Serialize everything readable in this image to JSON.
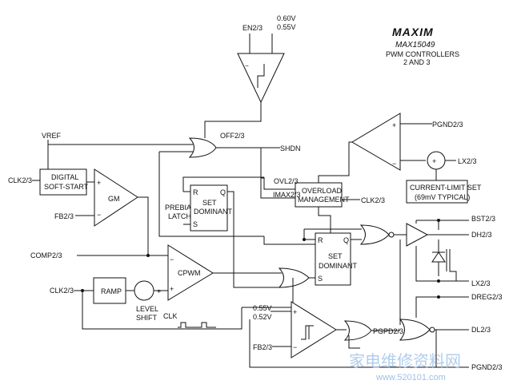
{
  "brand": {
    "logo": "MAXIM",
    "part": "MAX15049",
    "subtitle1": "PWM CONTROLLERS",
    "subtitle2": "2 AND 3"
  },
  "pins": {
    "en": "EN2/3",
    "v060": "0.60V",
    "v055": "0.55V",
    "vref": "VREF",
    "clk_left": "CLK2/3",
    "fb_left": "FB2/3",
    "comp": "COMP2/3",
    "clk_ramp": "CLK2/3",
    "off": "OFF2/3",
    "shdn": "SHDN",
    "ovl": "OVL2/3",
    "imax": "IMAX2/3",
    "clk_ovl": "CLK2/3",
    "pgnd_top": "PGND2/3",
    "lx_top": "LX2/3",
    "bst": "BST2/3",
    "dh": "DH2/3",
    "lx_mid": "LX2/3",
    "dreg": "DREG2/3",
    "dl": "DL2/3",
    "pgnd_bot": "PGND2/3",
    "v055b": "0.55V",
    "v052": "0.52V",
    "fb_bot": "FB2/3",
    "pgpd": "PGPD2/3",
    "clk_bottom": "CLK"
  },
  "blocks": {
    "soft_start_1": "DIGITAL",
    "soft_start_2": "SOFT-START",
    "gm": "GM",
    "cpwm": "CPWM",
    "ramp": "RAMP",
    "level_1": "LEVEL",
    "level_2": "SHIFT",
    "prebias_1": "PREBIAS",
    "prebias_2": "LATCH",
    "sd1_1": "SET",
    "sd1_2": "DOMINANT",
    "sd2_1": "SET",
    "sd2_2": "DOMINANT",
    "ovl_1": "OVERLOAD",
    "ovl_2": "MANAGEMENT",
    "cl_1": "CURRENT-LIMIT SET",
    "cl_2": "(69mV TYPICAL)",
    "r": "R",
    "q": "Q",
    "s": "S",
    "plus": "+",
    "minus": "−"
  },
  "watermark": {
    "cn": "家电维修资料网",
    "url": "www.520101.com"
  }
}
